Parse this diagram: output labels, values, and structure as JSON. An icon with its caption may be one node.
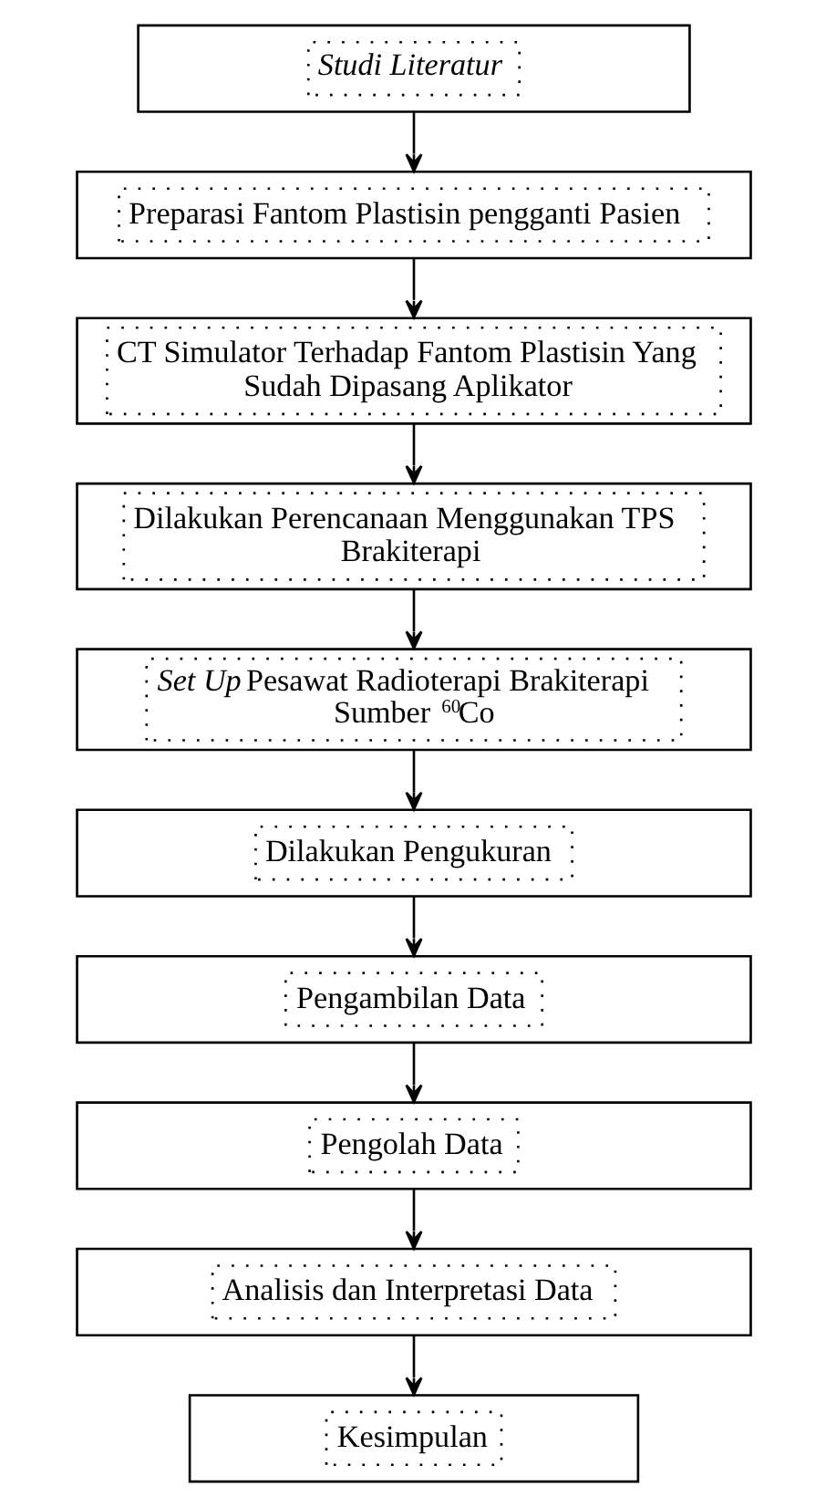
{
  "diagram": {
    "nodes": [
      {
        "text": [
          "Studi Literatur"
        ]
      },
      {
        "text": [
          "Preparasi Fantom Plastisin pengganti Pasien"
        ]
      },
      {
        "text": [
          "CT Simulator Terhadap Fantom Plastisin Yang Sudah Dipasang Aplikator"
        ]
      },
      {
        "text": [
          "Dilakukan Perencanaan Menggunakan TPS Brakiterapi"
        ]
      },
      {
        "text": [
          "*Set Up* Pesawat Radioterapi Brakiterapi Sumber $^{60}$Co"
        ]
      },
      {
        "text": [
          "Dilakukan Pengukuran"
        ]
      },
      {
        "text": [
          "Pengambilan Data"
        ]
      },
      {
        "text": [
          "Pengolah Data"
        ]
      },
      {
        "text": [
          "Analisis dan Interpretasi Data"
        ]
      },
      {
        "text": [
          "Kesimpulan"
        ]
      }
    ],
    "edges": [
      {
        "from": 0,
        "to": 1,
        "arrow": "to"
      },
      {
        "from": 1,
        "to": 2,
        "arrow": "to"
      },
      {
        "from": 2,
        "to": 3,
        "arrow": "to"
      },
      {
        "from": 3,
        "to": 4,
        "arrow": "to"
      },
      {
        "from": 4,
        "to": 5,
        "arrow": "to"
      },
      {
        "from": 5,
        "to": 6,
        "arrow": "to"
      },
      {
        "from": 6,
        "to": 7,
        "arrow": "to"
      },
      {
        "from": 7,
        "to": 8,
        "arrow": "to"
      },
      {
        "from": 8,
        "to": 9,
        "arrow": "to"
      }
    ]
  }
}
